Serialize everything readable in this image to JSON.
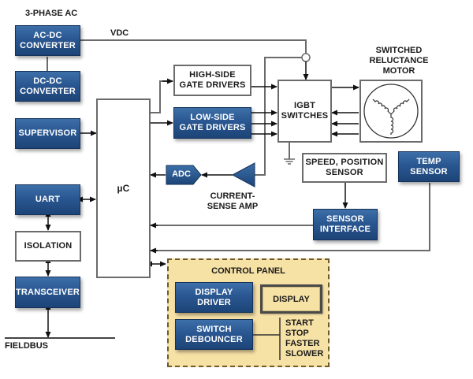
{
  "diagram": {
    "title_label": "3-PHASE AC",
    "vdc_label": "VDC",
    "fieldbus_label": "FIELDBUS",
    "blocks": {
      "ac_dc_converter": [
        "AC-DC",
        "CONVERTER"
      ],
      "dc_dc_converter": [
        "DC-DC",
        "CONVERTER"
      ],
      "supervisor": "SUPERVISOR",
      "uart": "UART",
      "isolation": "ISOLATION",
      "transceiver": "TRANSCEIVER",
      "microcontroller": "µC",
      "high_side_gate_drivers": [
        "HIGH-SIDE",
        "GATE DRIVERS"
      ],
      "low_side_gate_drivers": [
        "LOW-SIDE",
        "GATE DRIVERS"
      ],
      "igbt_switches": [
        "IGBT",
        "SWITCHES"
      ],
      "motor_label": [
        "SWITCHED",
        "RELUCTANCE",
        "MOTOR"
      ],
      "adc": "ADC",
      "current_sense_amp_label": [
        "CURRENT-",
        "SENSE AMP"
      ],
      "speed_position_sensor": [
        "SPEED, POSITION",
        "SENSOR"
      ],
      "temp_sensor": [
        "TEMP",
        "SENSOR"
      ],
      "sensor_interface": [
        "SENSOR",
        "INTERFACE"
      ]
    },
    "control_panel": {
      "title": "CONTROL PANEL",
      "display_driver": [
        "DISPLAY",
        "DRIVER"
      ],
      "display": "DISPLAY",
      "switch_debouncer": [
        "SWITCH",
        "DEBOUNCER"
      ],
      "switch_functions": [
        "START",
        "STOP",
        "FASTER",
        "SLOWER"
      ]
    },
    "colors": {
      "block_blue": "#2a5791",
      "panel_fill": "#f7e2a6",
      "wire": "#6b6b6b",
      "text": "#1a1a1a"
    }
  }
}
